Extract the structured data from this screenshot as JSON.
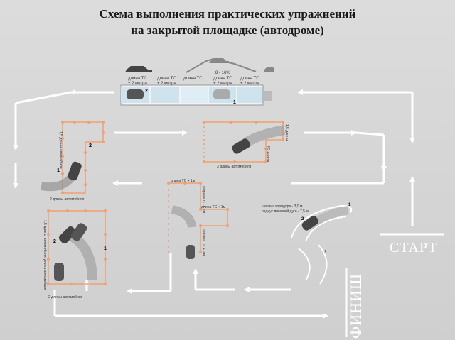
{
  "title": {
    "line1": "Схема выполнения практических упражнений",
    "line2": "на закрытой площадке (автодроме)"
  },
  "strip": {
    "cells": [
      "длина ТС\n+ 2 метра",
      "длина ТС\n+ 2 метра",
      "длина ТС",
      "8 - 16%\nдлина ТС\n+ 2 метра",
      "длина ТС\n+ 2 метра"
    ],
    "marks": [
      "2",
      "1"
    ]
  },
  "exercises": {
    "left_top": {
      "marks": [
        "1",
        "2"
      ],
      "bottom_label": "2 длины автомобиля",
      "side_label": "1,5 длины автомобиля"
    },
    "center_top": {
      "bottom_label": "3 длины автомобиля",
      "side_label": "4,5 длины",
      "side_label2": "1,5 длины"
    },
    "left_bottom": {
      "marks": [
        "2",
        "1"
      ],
      "bottom_label": "2 длины автомобиля",
      "side_label": "1,5 длины автомобиля",
      "side_label2": "длина автомобиля"
    },
    "center_bottom": {
      "top_label": "длина ТС + 1м",
      "mid_label": "длина ТС + 1м",
      "side_label": "ширина ТС + 1м",
      "side_label2": "ширина ТС + 2м"
    },
    "right": {
      "label1": "ширина коридора - 3,0 м",
      "label2": "радиус внешней дуги - 7,5 м",
      "marks": [
        "2",
        "1",
        "3"
      ]
    }
  },
  "start_label": "СТАРТ",
  "finish_label": "ФИНИШ",
  "colors": {
    "arrow": "#ffffff",
    "cone": "#f0a070",
    "car": "#444444"
  }
}
